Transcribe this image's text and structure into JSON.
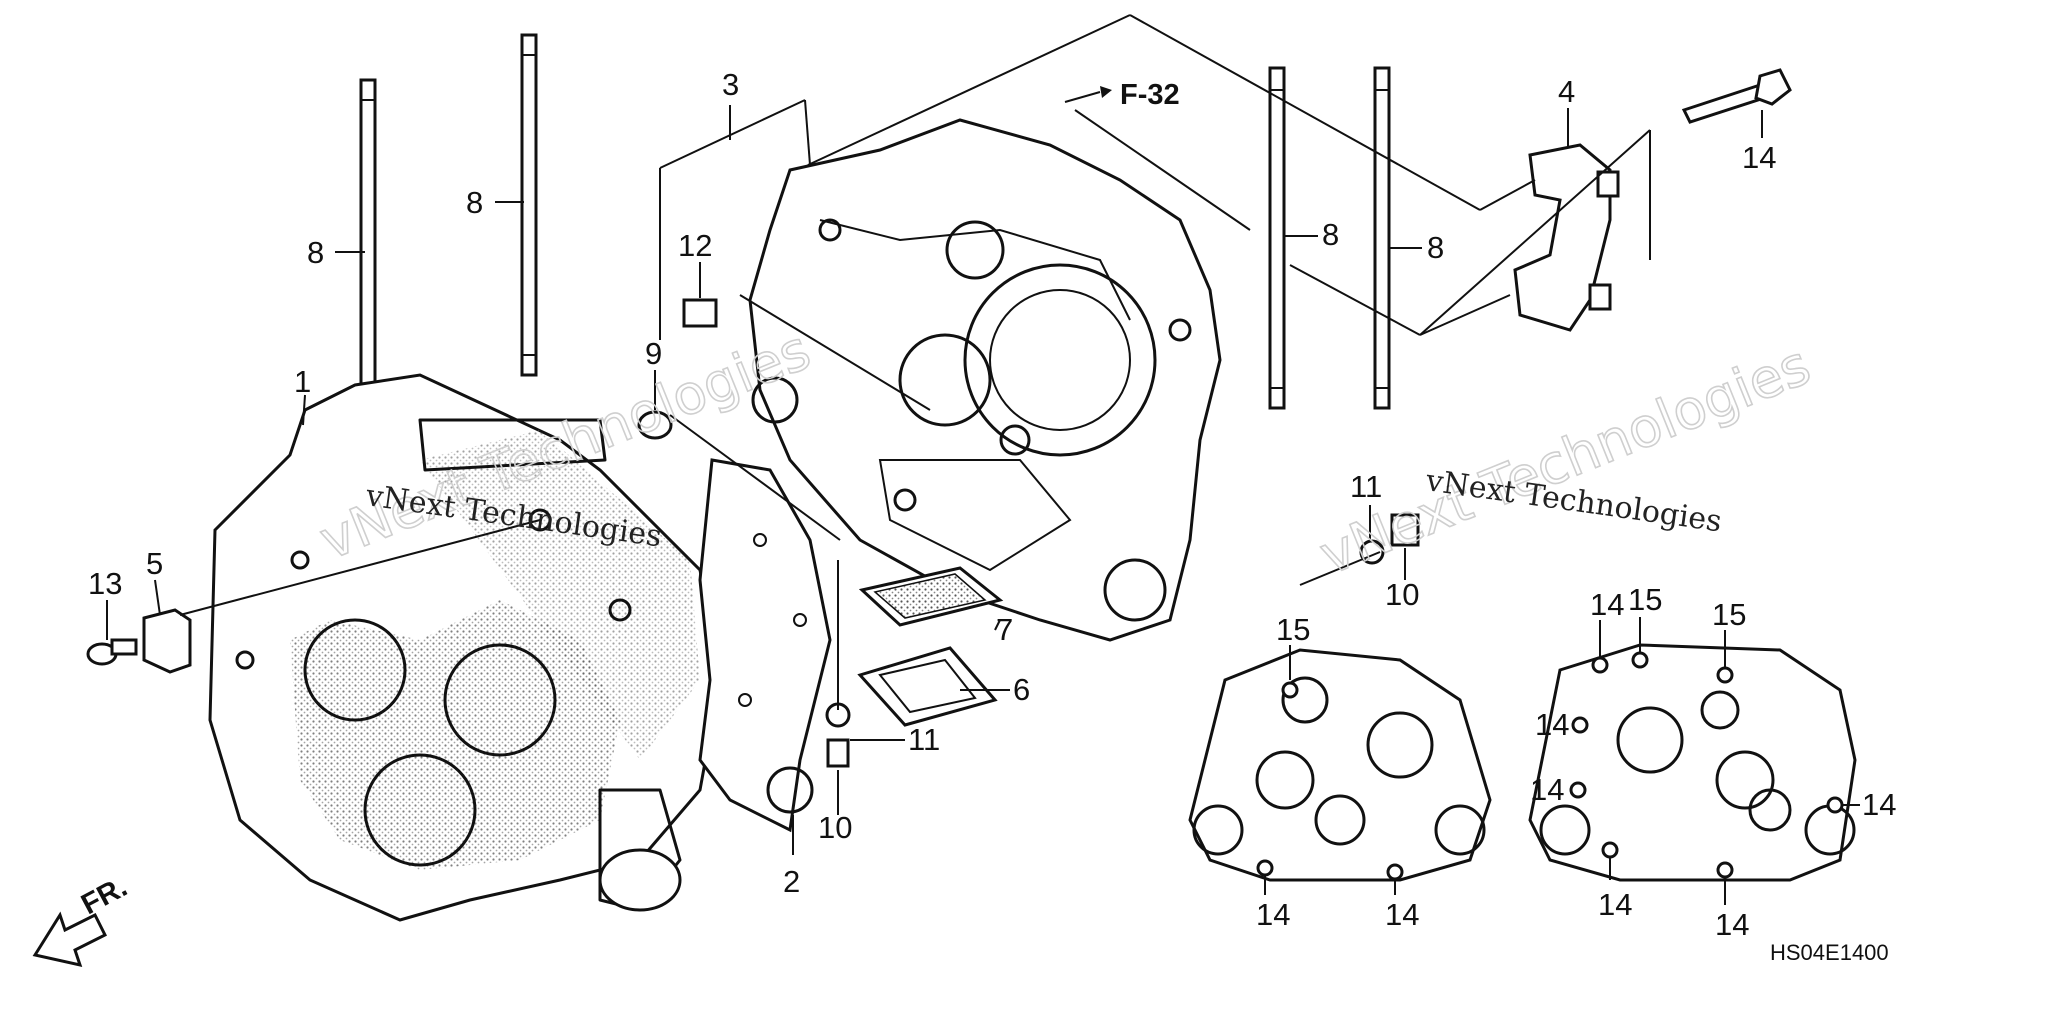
{
  "diagram": {
    "callouts": {
      "c1": "1",
      "c2": "2",
      "c3": "3",
      "c4": "4",
      "c5": "5",
      "c6": "6",
      "c7": "7",
      "c8": "8",
      "c9": "9",
      "c10": "10",
      "c11": "11",
      "c12": "12",
      "c13": "13",
      "c14": "14",
      "c15": "15"
    },
    "reference": "F-32",
    "front_mark": "FR.",
    "drawing_code": "HS04E1400",
    "watermark": {
      "big": "vNext Technologies",
      "small": "vNext Technologies"
    }
  }
}
